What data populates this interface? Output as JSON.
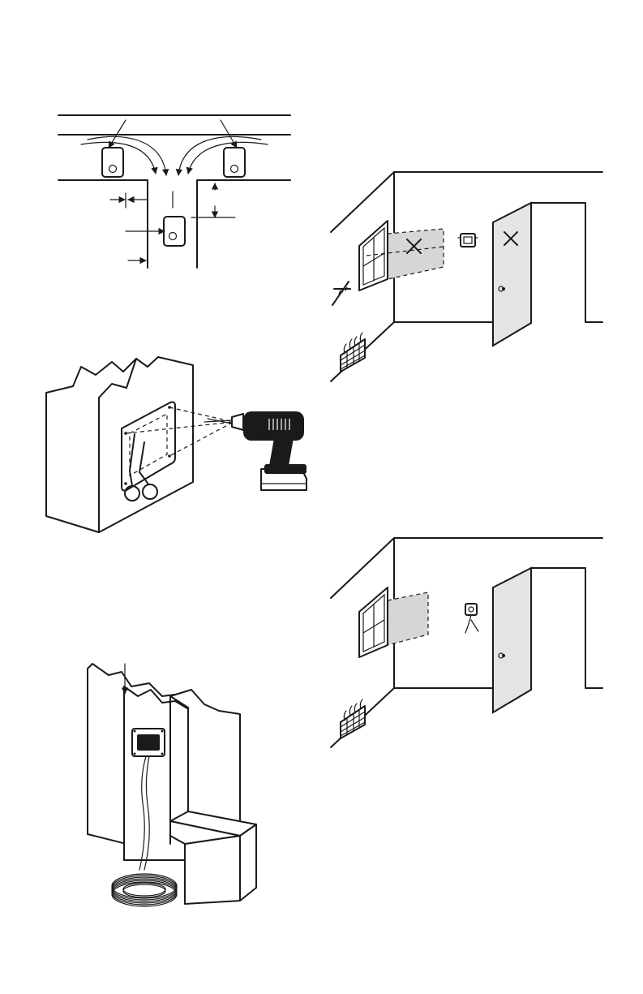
{
  "figures": [
    {
      "name": "vent-placement-diagram"
    },
    {
      "name": "room-bad-location"
    },
    {
      "name": "template-drill-cut"
    },
    {
      "name": "room-good-location"
    },
    {
      "name": "wall-cavity-wiring"
    }
  ],
  "colors": {
    "ink": "#1a1a1a",
    "shade": "#d6d6d6",
    "door": "#e4e4e4"
  }
}
